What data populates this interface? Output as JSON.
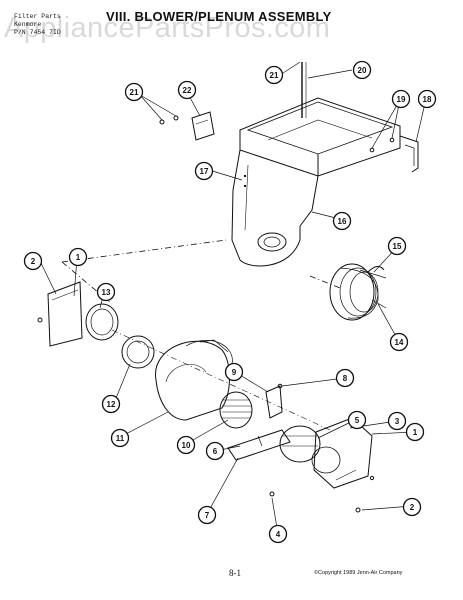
{
  "header": {
    "line1": "Filter Parts",
    "line2": "Kenmore",
    "line3": "P/N 7454 7ID"
  },
  "title": "VIII. BLOWER/PLENUM ASSEMBLY",
  "watermark": "AppliancePartsPros.com",
  "callouts": [
    "21",
    "20",
    "21",
    "22",
    "19",
    "18",
    "17",
    "16",
    "15",
    "2",
    "1",
    "13",
    "14",
    "12",
    "9",
    "8",
    "11",
    "10",
    "5",
    "3",
    "1",
    "6",
    "7",
    "4",
    "2"
  ],
  "footer": {
    "page": "8-1",
    "copyright": "©Copyright 1989 Jenn-Air Company"
  },
  "colors": {
    "ink": "#111111",
    "watermark": "#7a7a7a"
  }
}
